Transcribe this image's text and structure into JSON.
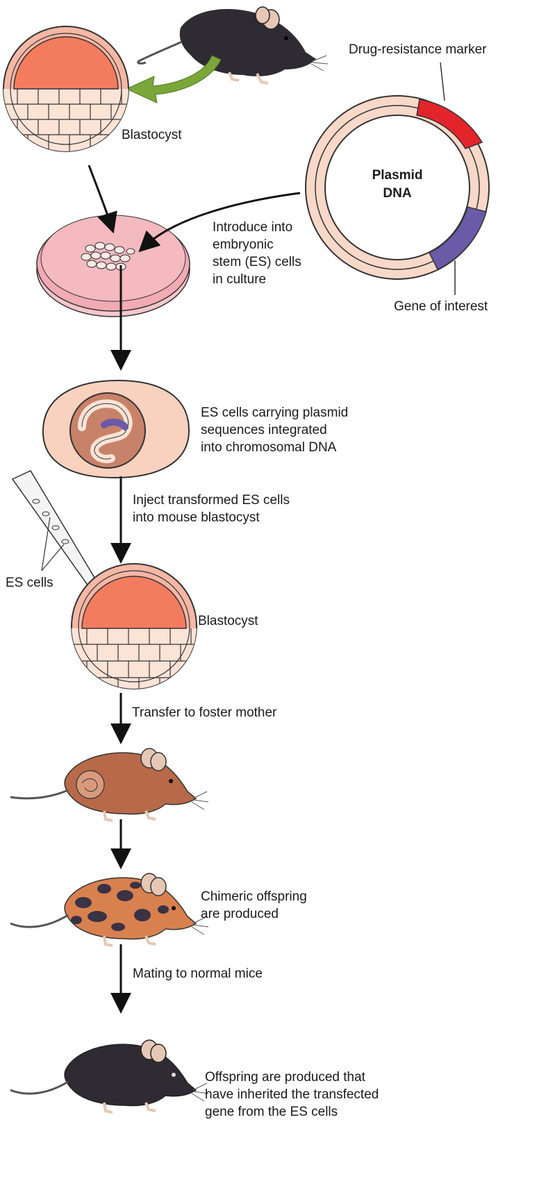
{
  "labels": {
    "drug_marker": "Drug-resistance marker",
    "blastocyst_top": "Blastocyst",
    "plasmid_line1": "Plasmid",
    "plasmid_line2": "DNA",
    "introduce_line1": "Introduce into",
    "introduce_line2": "embryonic",
    "introduce_line3": "stem (ES) cells",
    "introduce_line4": "in culture",
    "gene_of_interest": "Gene of interest",
    "es_carrying_line1": "ES cells carrying plasmid",
    "es_carrying_line2": "sequences integrated",
    "es_carrying_line3": "into chromosomal DNA",
    "inject_line1": "Inject transformed ES cells",
    "inject_line2": "into mouse blastocyst",
    "es_cells": "ES cells",
    "blastocyst_bottom": "Blastocyst",
    "transfer": "Transfer to foster mother",
    "chimeric_line1": "Chimeric offspring",
    "chimeric_line2": "are produced",
    "mating": "Mating to normal mice",
    "offspring_line1": "Offspring are produced that",
    "offspring_line2": "have inherited the transfected",
    "offspring_line3": "gene from the ES cells"
  },
  "colors": {
    "blastocoel": "#f47c5e",
    "blastocyst_outer": "#f6b7a5",
    "cell_fill": "#fbe3d6",
    "plasmid_ring": "#f8d8c8",
    "drug_marker": "#e3242b",
    "gene_segment": "#6a5aa8",
    "dish_medium": "#f2aab4",
    "black_mouse": "#2f2b33",
    "brown_mouse": "#b8694a",
    "chimera_spots": "#3a3245",
    "green_arrow": "#7aa63a"
  }
}
